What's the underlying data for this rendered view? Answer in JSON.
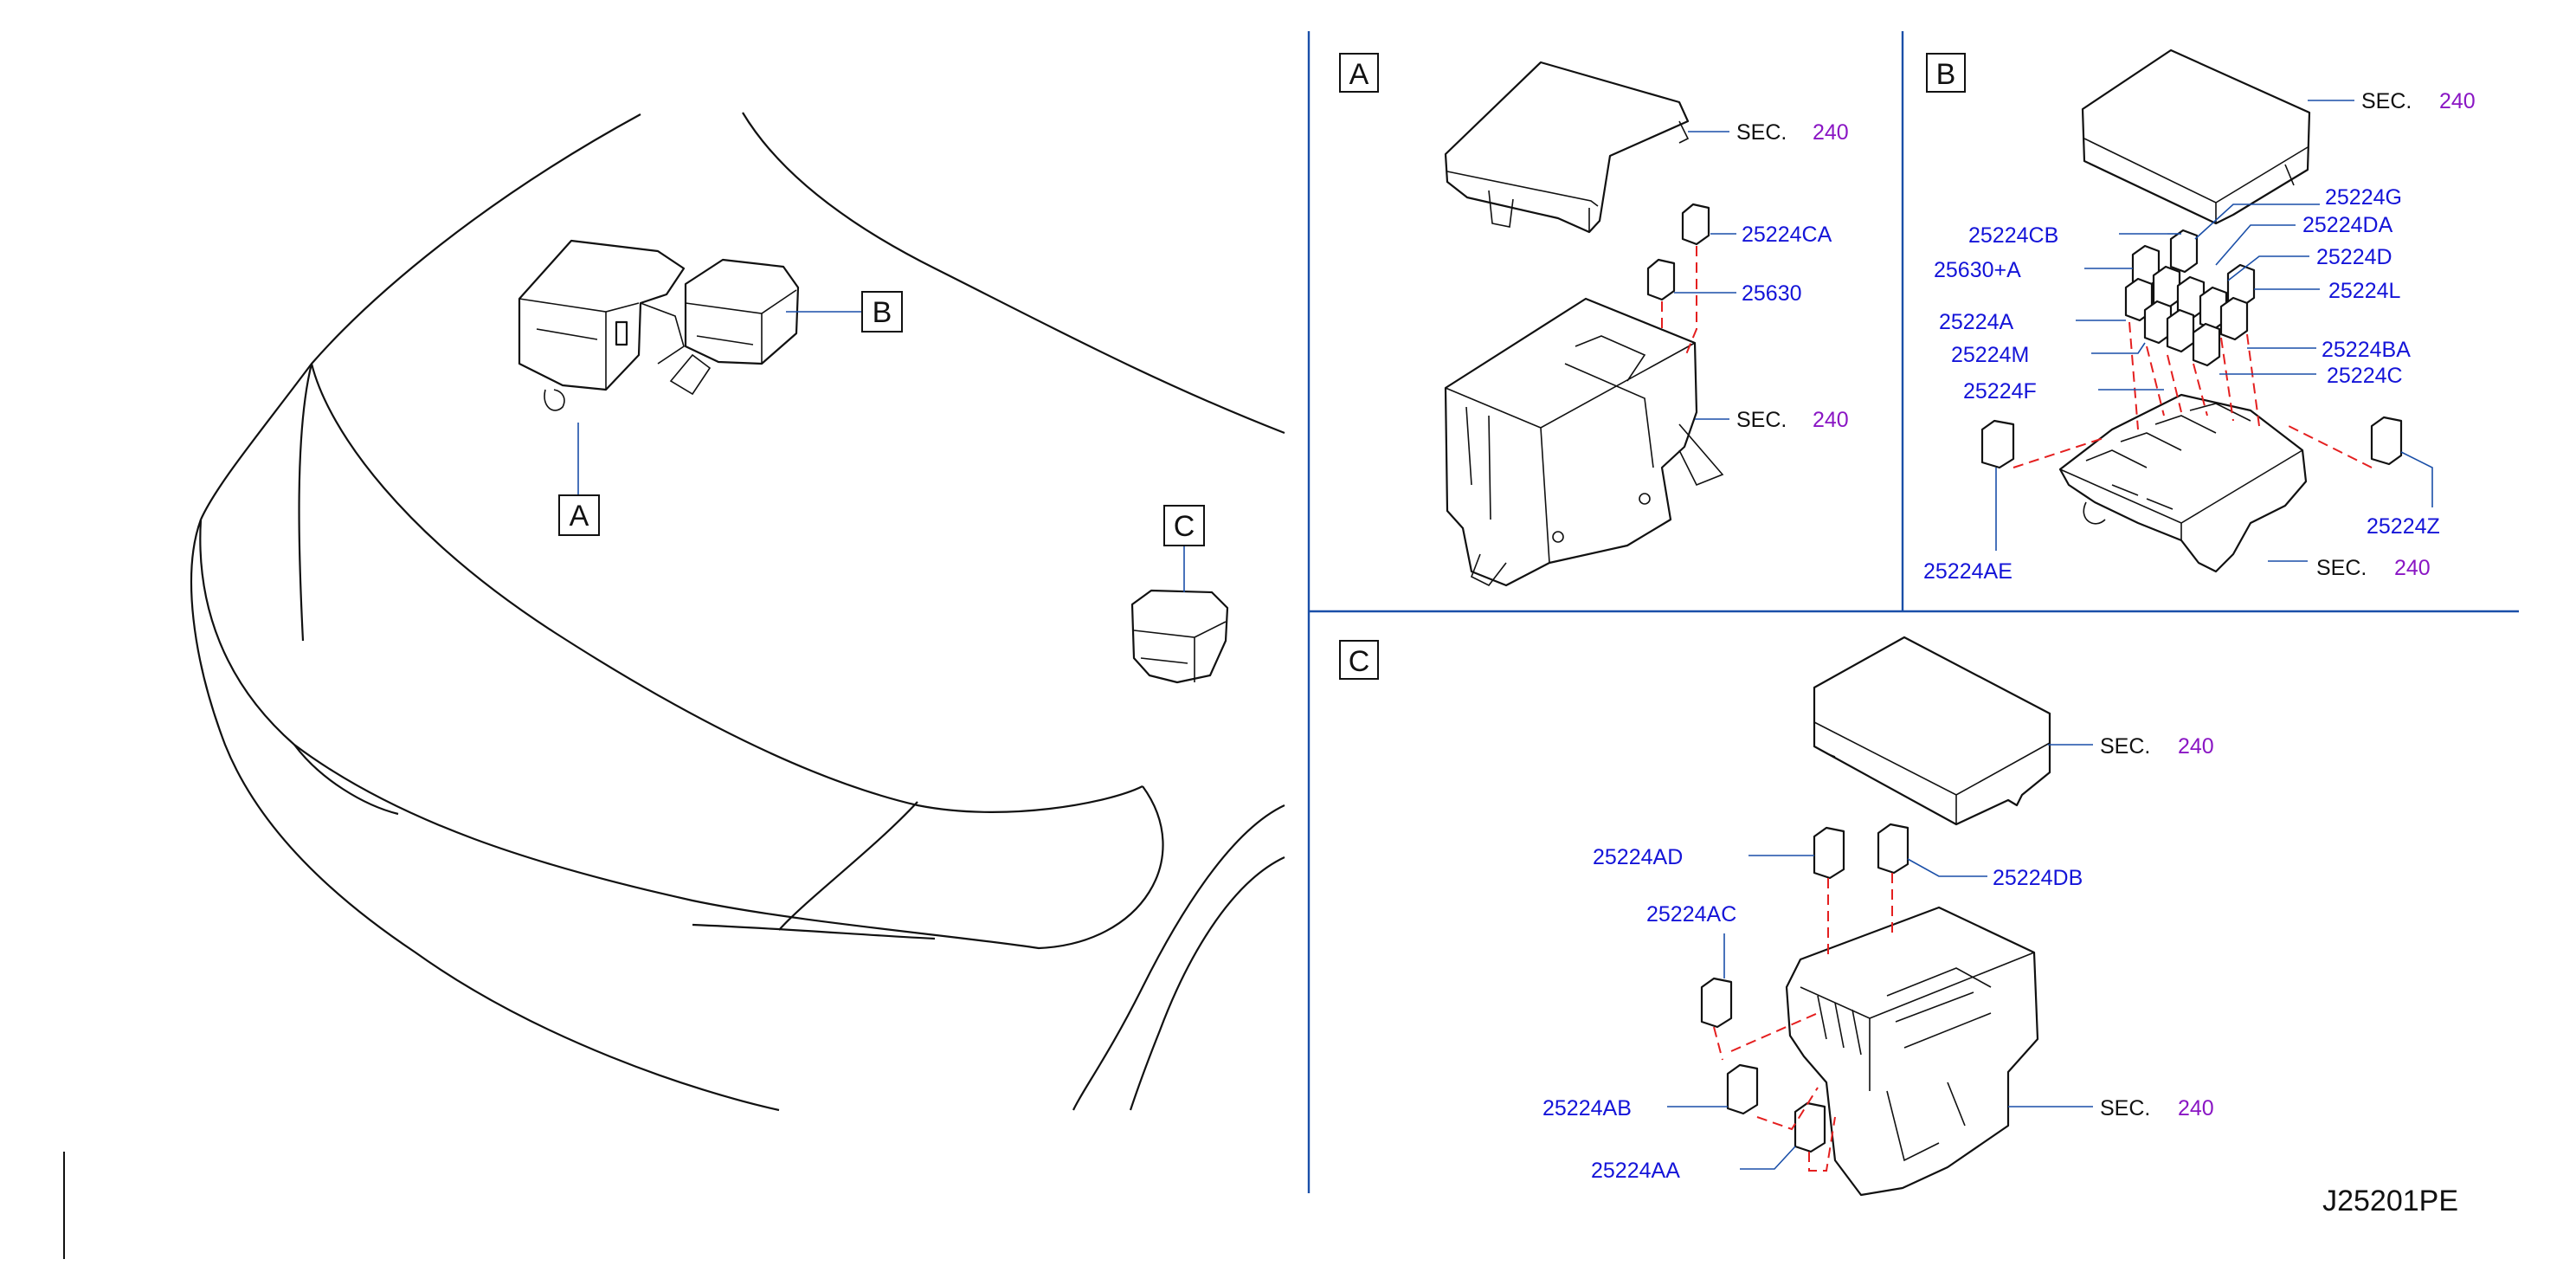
{
  "overview": {
    "callouts": [
      "A",
      "B",
      "C"
    ]
  },
  "panels": {
    "A": {
      "label": "A",
      "labels": {
        "sec_top": "SEC.",
        "sec_top_num": "240",
        "p1": "25224CA",
        "p2": "25630",
        "sec_bottom": "SEC.",
        "sec_bottom_num": "240"
      }
    },
    "B": {
      "label": "B",
      "labels": {
        "sec_top": "SEC.",
        "sec_top_num": "240",
        "g": "25224G",
        "cb": "25224CB",
        "da": "25224DA",
        "d": "25224D",
        "a630": "25630+A",
        "l": "25224L",
        "a": "25224A",
        "ba": "25224BA",
        "m": "25224M",
        "c": "25224C",
        "f": "25224F",
        "ae": "25224AE",
        "z": "25224Z",
        "sec_bottom": "SEC.",
        "sec_bottom_num": "240"
      }
    },
    "C": {
      "label": "C",
      "labels": {
        "sec_top": "SEC.",
        "sec_top_num": "240",
        "ad": "25224AD",
        "db": "25224DB",
        "ac": "25224AC",
        "ab": "25224AB",
        "aa": "25224AA",
        "sec_bottom": "SEC.",
        "sec_bottom_num": "240"
      }
    }
  },
  "figure_ref": "J25201PE",
  "colors": {
    "part_number": "#1414d8",
    "sec_number": "#8a16c4",
    "leader_line": "#1a4fa8",
    "dashed_guide": "#e41f1f"
  }
}
